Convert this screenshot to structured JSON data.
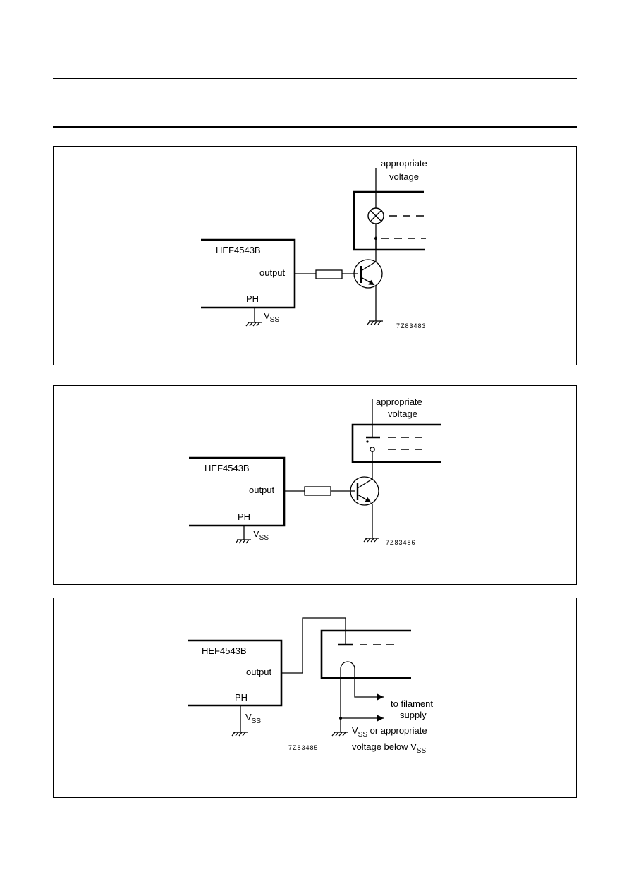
{
  "fig1": {
    "chip": "HEF4543B",
    "output": "output",
    "ph": "PH",
    "vss_main": "V",
    "vss_sub": "SS",
    "supply_line1": "appropriate",
    "supply_line2": "voltage",
    "code": "7Z83483"
  },
  "fig2": {
    "chip": "HEF4543B",
    "output": "output",
    "ph": "PH",
    "vss_main": "V",
    "vss_sub": "SS",
    "supply_line1": "appropriate",
    "supply_line2": "voltage",
    "code": "7Z83486"
  },
  "fig3": {
    "chip": "HEF4543B",
    "output": "output",
    "ph": "PH",
    "vss_main": "V",
    "vss_sub": "SS",
    "filament_line1": "to filament",
    "filament_line2": "supply",
    "vss2_main": "V",
    "vss2_sub": "SS",
    "vss2_rest": " or appropriate",
    "below_text": "voltage below V",
    "below_sub": "SS",
    "code": "7Z83485"
  }
}
